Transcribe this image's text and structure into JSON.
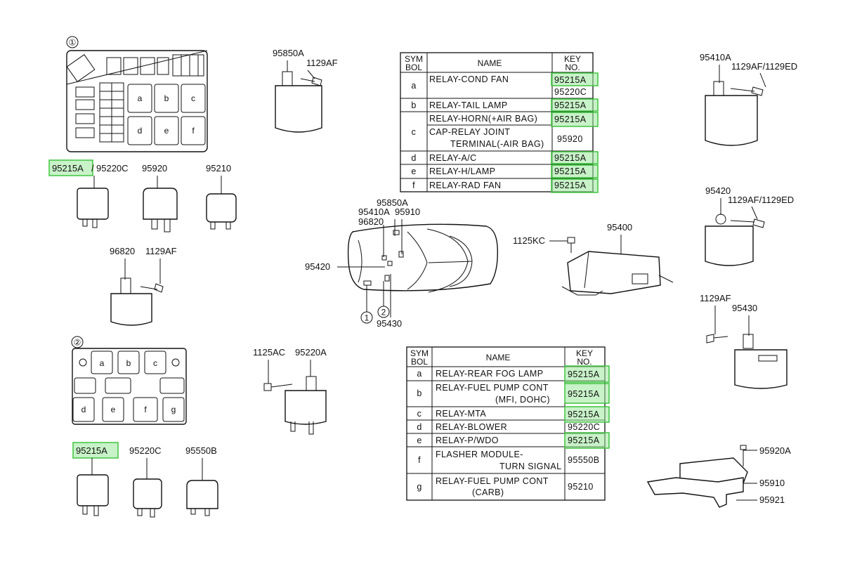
{
  "highlight_color": "#3fc43f",
  "callouts": {
    "box_one": "①",
    "box_two": "②",
    "car_one": "1",
    "car_two": "2"
  },
  "fuse_box_one": {
    "cells": [
      "a",
      "b",
      "c",
      "d",
      "e",
      "f"
    ]
  },
  "fuse_box_two": {
    "cells": [
      "a",
      "b",
      "c",
      "d",
      "e",
      "f",
      "g"
    ]
  },
  "labels": {
    "r1_95215A": "95215A",
    "r1_95220C": "95220C",
    "r1_95920": "95920",
    "r1_95210": "95210",
    "p_96820": "96820",
    "p_1129AF_a": "1129AF",
    "r2_95215A": "95215A",
    "r2_95220C": "95220C",
    "r2_95550B": "95550B",
    "t_95850A": "95850A",
    "t_1129AF": "1129AF",
    "car_95850A": "95850A",
    "car_95410A": "95410A",
    "car_95910": "95910",
    "car_96820": "96820",
    "car_95420": "95420",
    "car_95430": "95430",
    "k_1125KC": "1125KC",
    "k_95400": "95400",
    "b_1125AC": "1125AC",
    "b_95220A": "95220A",
    "rt_95410A": "95410A",
    "rt_1129AF_1129ED_a": "1129AF/1129ED",
    "rt_95420": "95420",
    "rt_1129AF_1129ED_b": "1129AF/1129ED",
    "rt_1129AF": "1129AF",
    "rt_95430": "95430",
    "br_95920A": "95920A",
    "br_95910": "95910",
    "br_95921": "95921"
  },
  "table1": {
    "headers": {
      "sym": "SYM",
      "bol": "BOL",
      "name": "NAME",
      "key": "KEY",
      "no": "NO."
    },
    "rows": [
      {
        "sym": "a",
        "name": [
          "RELAY-COND FAN"
        ],
        "key": [
          "95215A",
          "95220C"
        ]
      },
      {
        "sym": "b",
        "name": [
          "RELAY-TAIL LAMP"
        ],
        "key": [
          "95215A"
        ]
      },
      {
        "sym": "c",
        "name": [
          "RELAY-HORN(+AIR BAG)",
          "CAP-RELAY JOINT",
          "TERMINAL(-AIR BAG)"
        ],
        "key": [
          "95215A",
          "95920"
        ]
      },
      {
        "sym": "d",
        "name": [
          "RELAY-A/C"
        ],
        "key": [
          "95215A"
        ]
      },
      {
        "sym": "e",
        "name": [
          "RELAY-H/LAMP"
        ],
        "key": [
          "95215A"
        ]
      },
      {
        "sym": "f",
        "name": [
          "RELAY-RAD FAN"
        ],
        "key": [
          "95215A"
        ]
      }
    ]
  },
  "table2": {
    "headers": {
      "sym": "SYM",
      "bol": "BOL",
      "name": "NAME",
      "key": "KEY",
      "no": "NO."
    },
    "rows": [
      {
        "sym": "a",
        "name": [
          "RELAY-REAR FOG LAMP"
        ],
        "key": [
          "95215A"
        ]
      },
      {
        "sym": "b",
        "name": [
          "RELAY-FUEL PUMP CONT",
          "(MFI, DOHC)"
        ],
        "key": [
          "95215A"
        ]
      },
      {
        "sym": "c",
        "name": [
          "RELAY-MTA"
        ],
        "key": [
          "95215A"
        ]
      },
      {
        "sym": "d",
        "name": [
          "RELAY-BLOWER"
        ],
        "key": [
          "95220C"
        ]
      },
      {
        "sym": "e",
        "name": [
          "RELAY-P/WDO"
        ],
        "key": [
          "95215A"
        ]
      },
      {
        "sym": "f",
        "name": [
          "FLASHER MODULE-",
          "TURN SIGNAL"
        ],
        "key": [
          "95550B"
        ]
      },
      {
        "sym": "g",
        "name": [
          "RELAY-FUEL PUMP CONT",
          "(CARB)"
        ],
        "key": [
          "95210"
        ]
      }
    ]
  }
}
